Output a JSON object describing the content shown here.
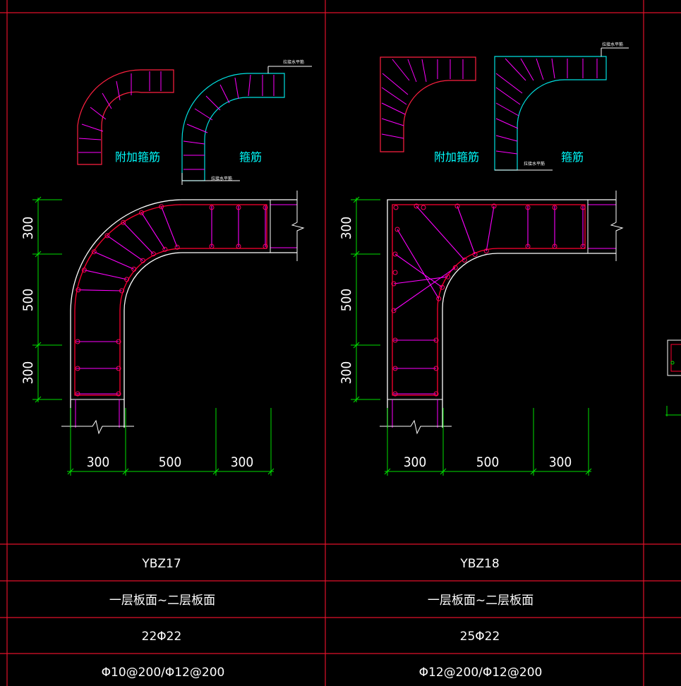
{
  "colors": {
    "background": "#000000",
    "grid": "#e0102a",
    "dimension": "#00e000",
    "outline": "#ffffff",
    "stirrup": "#ff00ff",
    "bar_ring": "#ff0060",
    "extra_stirrup_outline": "#ff2040",
    "stirrup_outline": "#00e0e0",
    "caption": "#00ffff"
  },
  "columns": [
    {
      "id": "YBZ17",
      "sketch_labels": {
        "extra_stirrup": "附加箍筋",
        "stirrup": "箍筋",
        "note_top": "拉接水平筋",
        "note_bottom": "拉接水平筋"
      },
      "dims_vertical": [
        "300",
        "500",
        "300"
      ],
      "dims_horizontal": [
        "300",
        "500",
        "300"
      ],
      "table": {
        "name": "YBZ17",
        "elevation": "一层板面~二层板面",
        "longitudinal": "22Φ22",
        "stirrups": "Φ10@200/Φ12@200"
      }
    },
    {
      "id": "YBZ18",
      "sketch_labels": {
        "extra_stirrup": "附加箍筋",
        "stirrup": "箍筋",
        "note_top": "拉接水平筋",
        "note_bottom": "拉接水平筋"
      },
      "dims_vertical": [
        "300",
        "500",
        "300"
      ],
      "dims_horizontal": [
        "300",
        "500",
        "300"
      ],
      "table": {
        "name": "YBZ18",
        "elevation": "一层板面~二层板面",
        "longitudinal": "25Φ22",
        "stirrups": "Φ12@200/Φ12@200"
      }
    }
  ]
}
